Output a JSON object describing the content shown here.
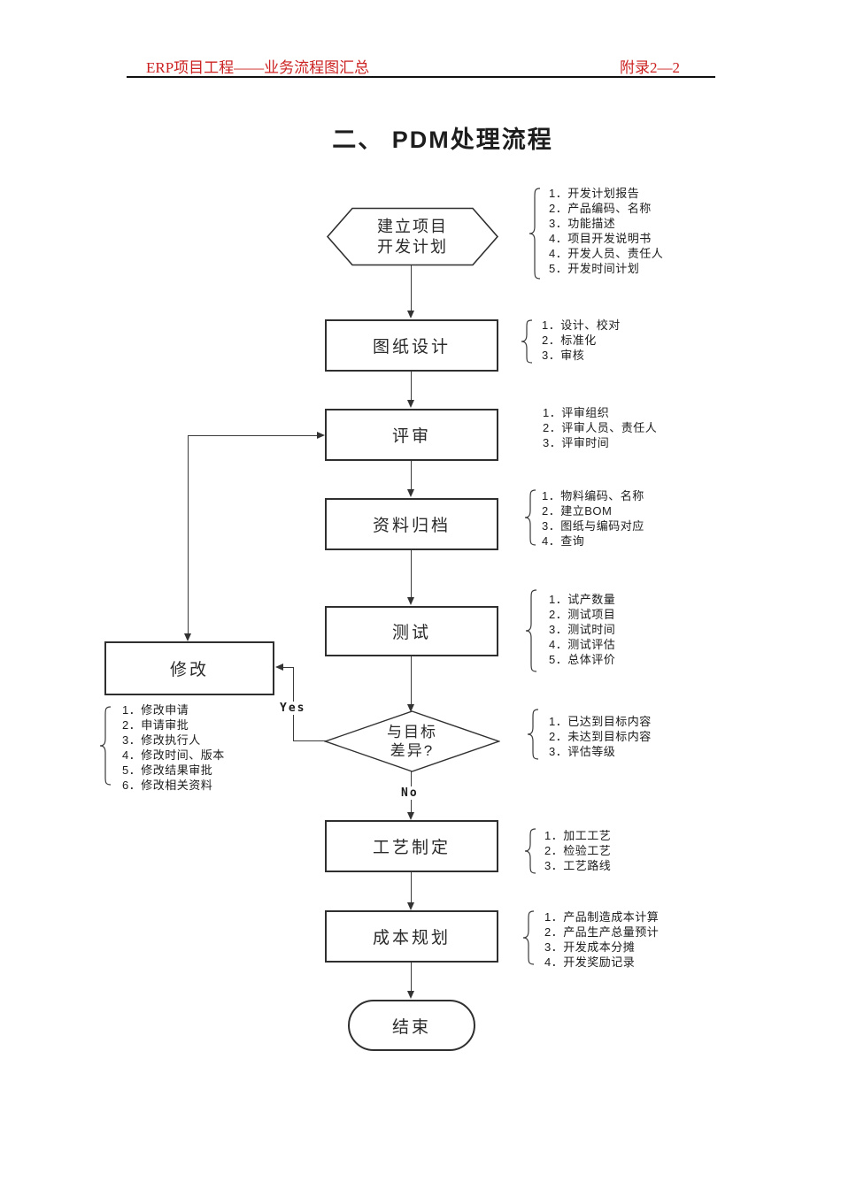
{
  "header": {
    "doc_title": "ERP项目工程——业务流程图汇总",
    "page_ref": "附录2—2",
    "accent_color": "#cc2222"
  },
  "page_title": "二、 PDM处理流程",
  "nodes": {
    "start": {
      "type": "hexagon",
      "line1": "建立项目",
      "line2": "开发计划"
    },
    "design": {
      "type": "process",
      "label": "图纸设计"
    },
    "review": {
      "type": "process",
      "label": "评审"
    },
    "archive": {
      "type": "process",
      "label": "资料归档"
    },
    "test": {
      "type": "process",
      "label": "测试"
    },
    "modify": {
      "type": "process",
      "label": "修改"
    },
    "decision": {
      "type": "decision",
      "line1": "与目标",
      "line2": "差异?"
    },
    "process_plan": {
      "type": "process",
      "label": "工艺制定"
    },
    "cost_plan": {
      "type": "process",
      "label": "成本规划"
    },
    "end": {
      "type": "terminator",
      "label": "结束"
    }
  },
  "edge_labels": {
    "yes": "Yes",
    "no": "No"
  },
  "annotations": {
    "start": {
      "items": [
        "1．开发计划报告",
        "2．产品编码、名称",
        "3．功能描述",
        "4．项目开发说明书",
        "4．开发人员、责任人",
        "5．开发时间计划"
      ]
    },
    "design": {
      "items": [
        "1．设计、校对",
        "2．标准化",
        "3．审核"
      ]
    },
    "review": {
      "items": [
        "1．评审组织",
        "2．评审人员、责任人",
        "3．评审时间"
      ]
    },
    "archive": {
      "items": [
        "1．物料编码、名称",
        "2．建立BOM",
        "3．图纸与编码对应",
        "4．查询"
      ]
    },
    "test": {
      "items": [
        "1．试产数量",
        "2．测试项目",
        "3．测试时间",
        "4．测试评估",
        "5．总体评价"
      ]
    },
    "modify": {
      "items": [
        "1．修改申请",
        "2．申请审批",
        "3．修改执行人",
        "4．修改时间、版本",
        "5．修改结果审批",
        "6．修改相关资料"
      ]
    },
    "decision": {
      "items": [
        "1．已达到目标内容",
        "2．未达到目标内容",
        "3．评估等级"
      ]
    },
    "process_plan": {
      "items": [
        "1．加工工艺",
        "2．检验工艺",
        "3．工艺路线"
      ]
    },
    "cost_plan": {
      "items": [
        "1．产品制造成本计算",
        "2．产品生产总量预计",
        "3．开发成本分摊",
        "4．开发奖励记录"
      ]
    }
  }
}
